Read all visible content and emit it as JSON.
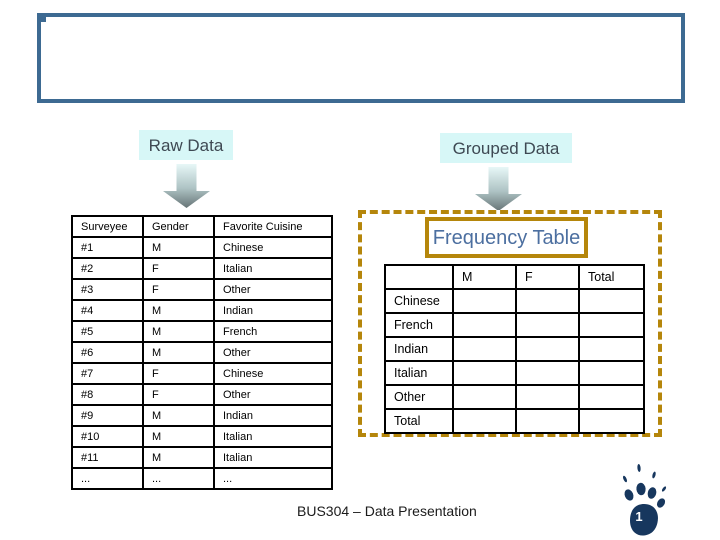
{
  "colors": {
    "accent-blue": "#3D6A92",
    "accent-gold": "#B5860B",
    "label-cyan-bg": "#D7F7F7",
    "label-text": "#3E4953",
    "freq-title-blue": "#4C6FA0",
    "paw-navy": "#17375E",
    "table-border": "#000000"
  },
  "header": {
    "title_placeholder": ""
  },
  "flow": {
    "raw_label": "Raw Data",
    "grouped_label": "Grouped Data"
  },
  "raw_table": {
    "headers": [
      "Surveyee",
      "Gender",
      "Favorite Cuisine"
    ],
    "rows": [
      [
        "#1",
        "M",
        "Chinese"
      ],
      [
        "#2",
        "F",
        "Italian"
      ],
      [
        "#3",
        "F",
        "Other"
      ],
      [
        "#4",
        "M",
        "Indian"
      ],
      [
        "#5",
        "M",
        "French"
      ],
      [
        "#6",
        "M",
        "Other"
      ],
      [
        "#7",
        "F",
        "Chinese"
      ],
      [
        "#8",
        "F",
        "Other"
      ],
      [
        "#9",
        "M",
        "Indian"
      ],
      [
        "#10",
        "M",
        "Italian"
      ],
      [
        "#11",
        "M",
        "Italian"
      ],
      [
        "...",
        "...",
        "..."
      ]
    ]
  },
  "frequency": {
    "title": "Frequency Table",
    "table": {
      "headers": [
        "",
        "M",
        "F",
        "Total"
      ],
      "rows": [
        [
          "Chinese",
          "",
          "",
          ""
        ],
        [
          "French",
          "",
          "",
          ""
        ],
        [
          "Indian",
          "",
          "",
          ""
        ],
        [
          "Italian",
          "",
          "",
          ""
        ],
        [
          "Other",
          "",
          "",
          ""
        ],
        [
          "Total",
          "",
          "",
          ""
        ]
      ]
    }
  },
  "footer": {
    "text": "BUS304 – Data Presentation",
    "page_number": "1"
  }
}
